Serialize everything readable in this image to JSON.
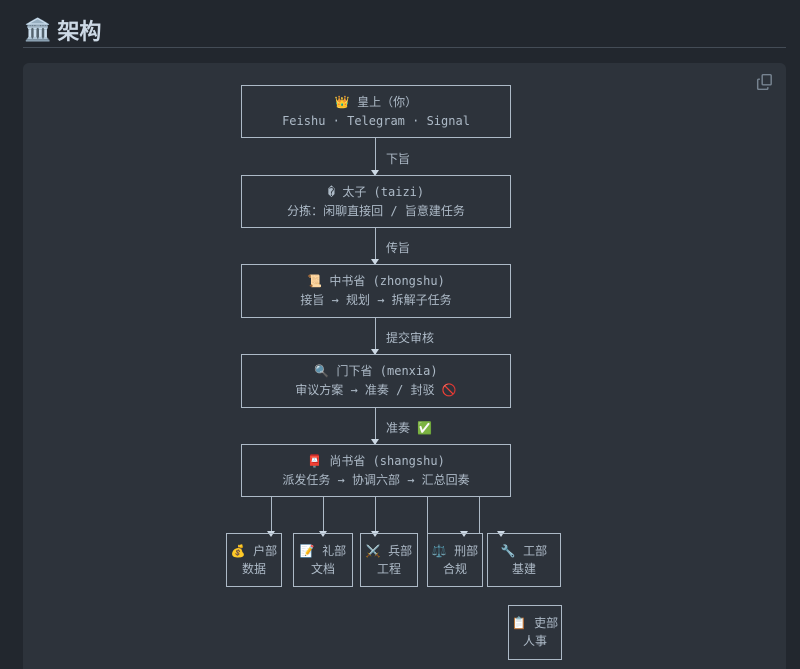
{
  "heading": {
    "icon": "🏛️",
    "title": "架构"
  },
  "code_block": {
    "copy_icon": "copy-icon"
  },
  "diagram": {
    "emperor": {
      "line1": "👑 皇上（你）",
      "line2": "Feishu · Telegram · Signal"
    },
    "edge1": "下旨",
    "taizi": {
      "line1": "� 太子 (taizi)",
      "line2": "分拣：闲聊直接回 / 旨意建任务"
    },
    "edge2": "传旨",
    "zhongshu": {
      "line1": "📜 中书省 (zhongshu)",
      "line2": "接旨 → 规划 → 拆解子任务"
    },
    "edge3": "提交审核",
    "menxia": {
      "line1": "🔍 门下省 (menxia)",
      "line2": "审议方案 → 准奏 / 封驳 🚫"
    },
    "edge4": "准奏 ✅",
    "shangshu": {
      "line1": "📮 尚书省 (shangshu)",
      "line2": "派发任务 → 协调六部 → 汇总回奏"
    },
    "ministries": [
      {
        "line1": "💰 户部",
        "line2": "数据"
      },
      {
        "line1": "📝 礼部",
        "line2": "文档"
      },
      {
        "line1": "⚔️ 兵部",
        "line2": "工程"
      },
      {
        "line1": "⚖️ 刑部",
        "line2": "合规"
      },
      {
        "line1": "🔧 工部",
        "line2": "基建"
      },
      {
        "line1": "📋 吏部",
        "line2": "人事"
      }
    ]
  }
}
